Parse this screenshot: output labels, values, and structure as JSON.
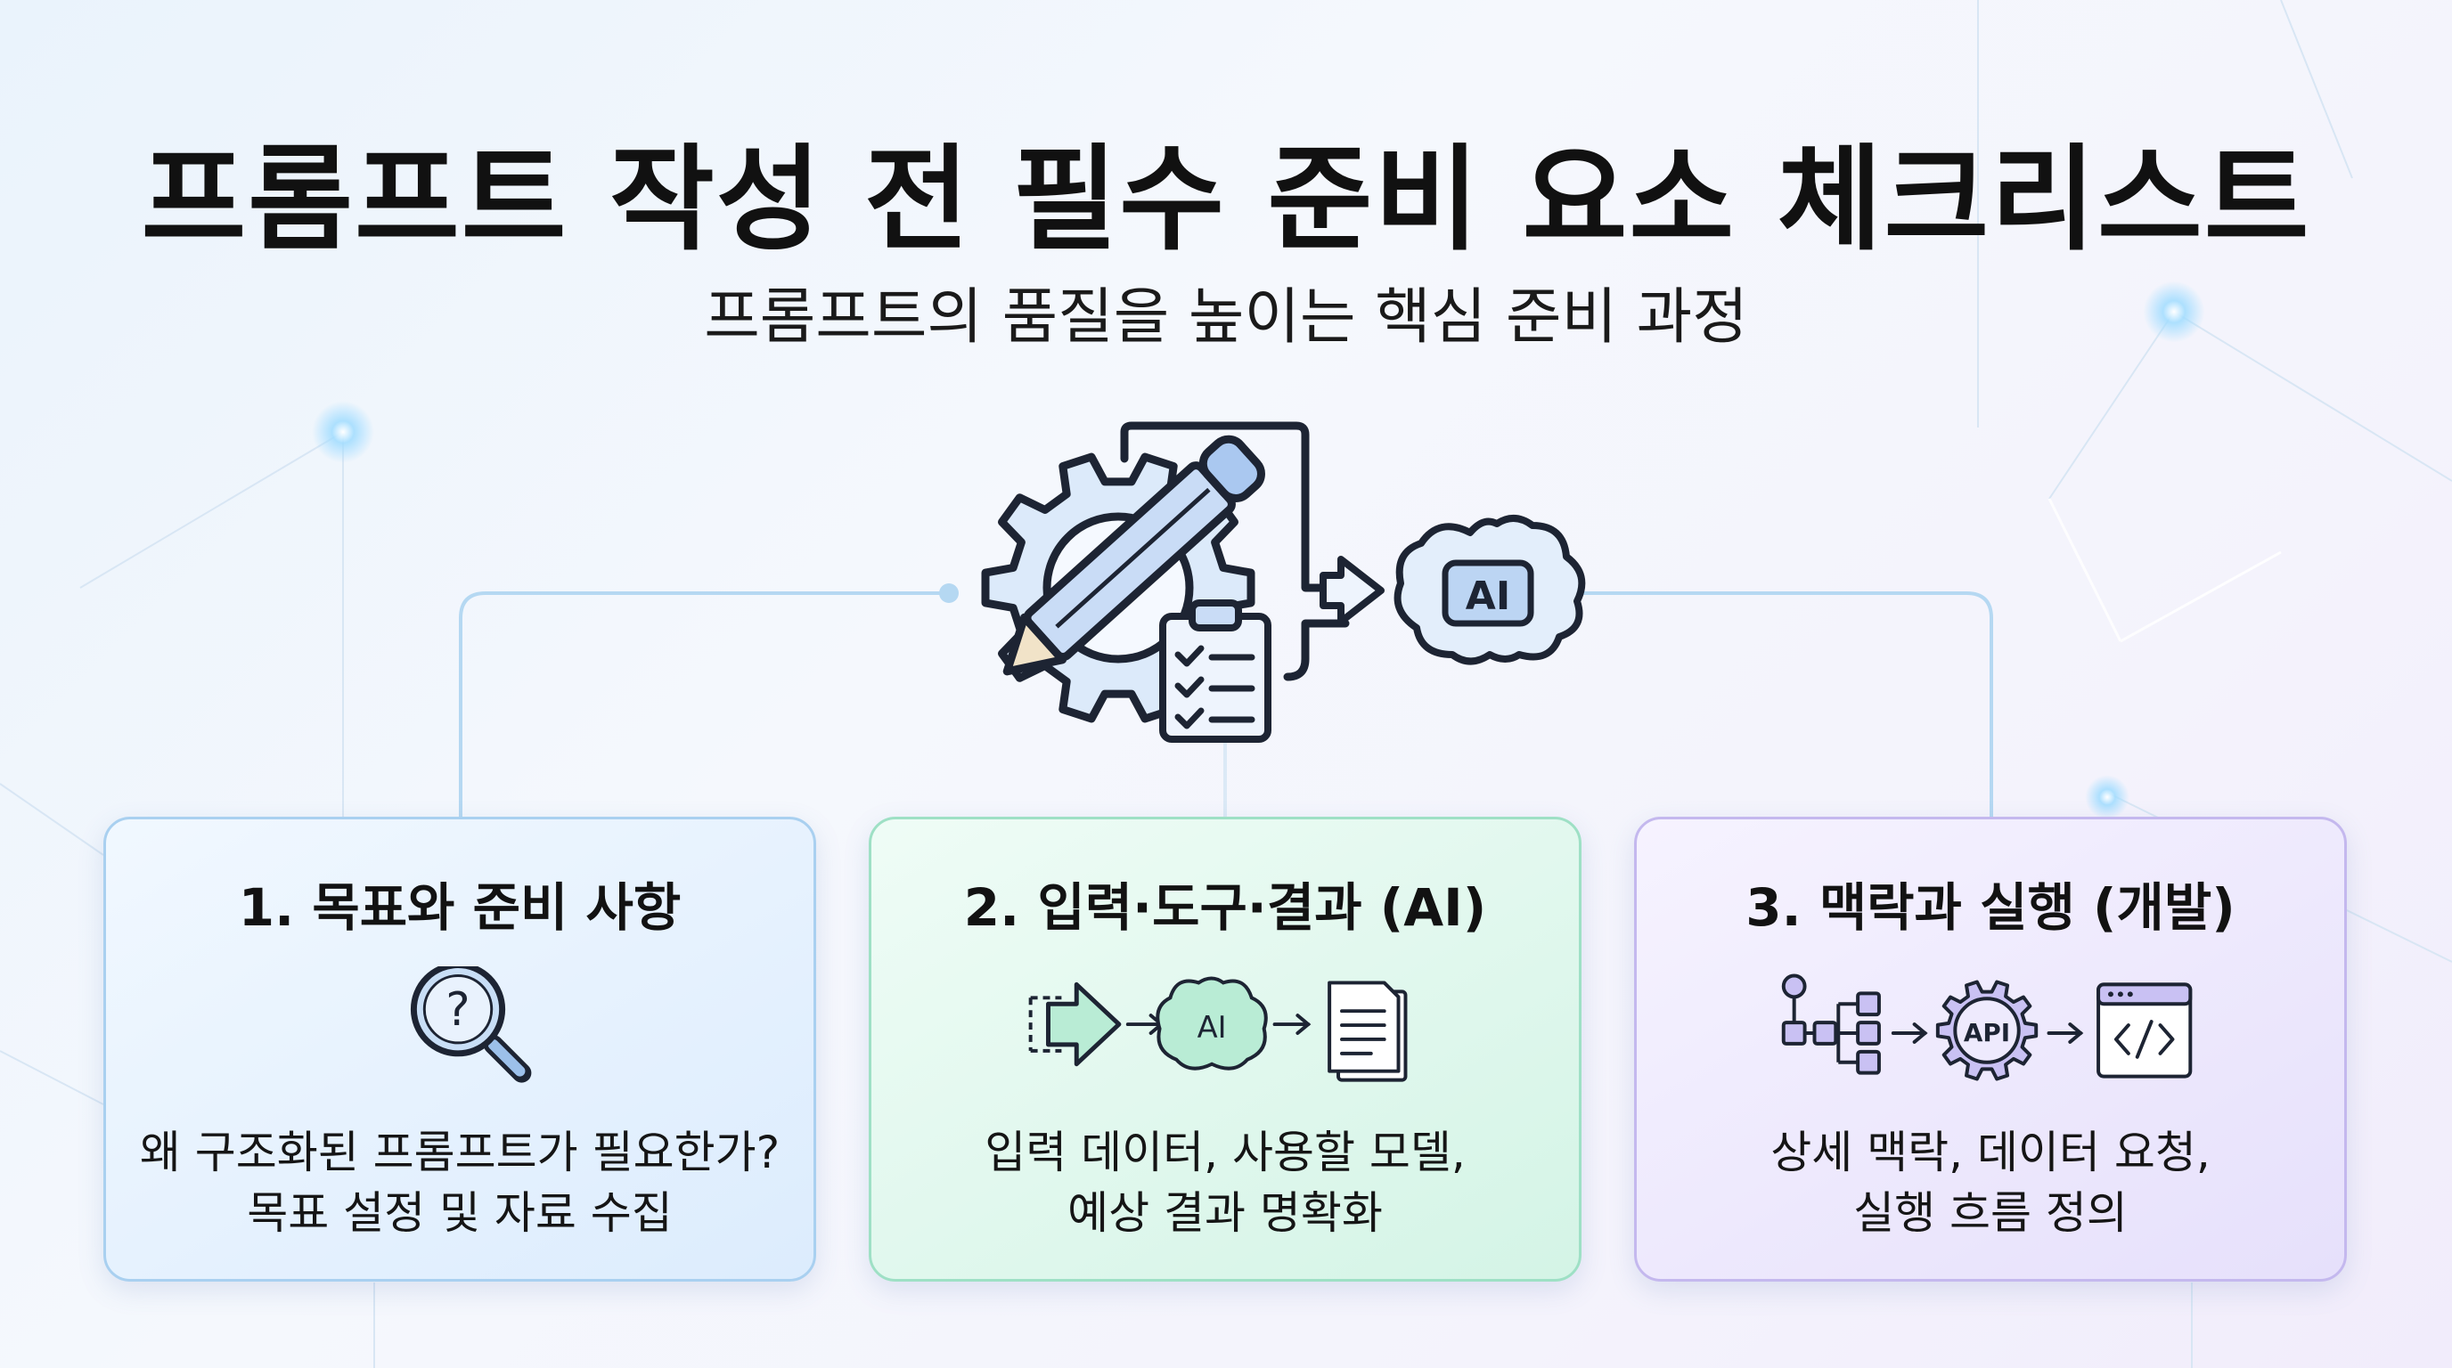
{
  "header": {
    "title": "프롬프트 작성 전 필수 준비 요소 체크리스트",
    "subtitle": "프롬프트의 품질을 높이는 핵심 준비 과정"
  },
  "center_graphic": {
    "icons": [
      "gear-icon",
      "pencil-icon",
      "clipboard-checklist-icon",
      "arrow-right-icon",
      "ai-brain-icon"
    ],
    "brain_label": "AI"
  },
  "cards": [
    {
      "title": "1. 목표와 준비 사항",
      "icon": "magnifier-question-icon",
      "icon_glyph": "?",
      "lines": [
        "왜 구조화된 프롬프트가 필요한가?",
        "목표 설정 및 자료 수집"
      ],
      "accent": "#a9d0f0"
    },
    {
      "title": "2. 입력·도구·결과 (AI)",
      "icons": [
        "input-arrow-icon",
        "ai-brain-icon",
        "document-icon"
      ],
      "brain_label": "AI",
      "lines": [
        "입력 데이터, 사용할 모델,",
        "예상 결과 명확화"
      ],
      "accent": "#9ee0c5"
    },
    {
      "title": "3. 맥락과 실행 (개발)",
      "icons": [
        "workflow-icon",
        "api-gear-icon",
        "code-window-icon"
      ],
      "api_label": "API",
      "lines": [
        "상세 맥락, 데이터 요청,",
        "실행 흐름 정의"
      ],
      "accent": "#c4b8ee"
    }
  ],
  "colors": {
    "connector": "#b5d8f2",
    "icon_stroke": "#1d2433",
    "icon_fill_blue": "#dceafa",
    "icon_fill_green": "#b9ecd5",
    "icon_fill_purple": "#c9c1f3"
  }
}
